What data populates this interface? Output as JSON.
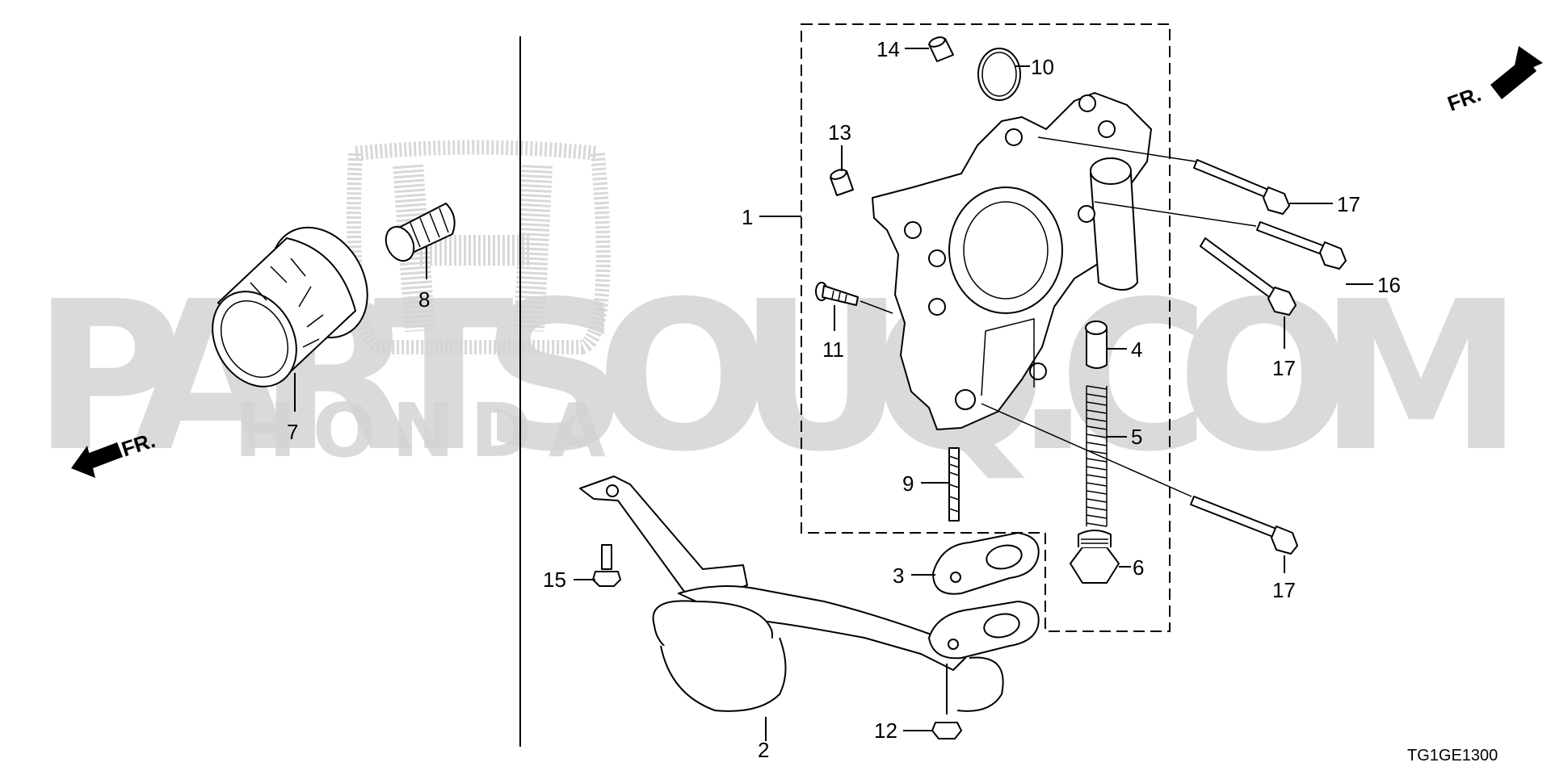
{
  "diagram": {
    "code": "TG1GE1300",
    "watermark": {
      "brand": "HONDA",
      "site": "PARTSOUQ.COM"
    },
    "front_indicator": "FR.",
    "callouts": [
      {
        "id": "1",
        "part": "oil-pump-assembly"
      },
      {
        "id": "2",
        "part": "oil-strainer"
      },
      {
        "id": "3",
        "part": "strainer-gasket"
      },
      {
        "id": "4",
        "part": "relief-valve"
      },
      {
        "id": "5",
        "part": "relief-spring"
      },
      {
        "id": "6",
        "part": "sealing-bolt"
      },
      {
        "id": "7",
        "part": "oil-filter"
      },
      {
        "id": "8",
        "part": "filter-joint"
      },
      {
        "id": "9",
        "part": "stud-bolt"
      },
      {
        "id": "10",
        "part": "o-ring"
      },
      {
        "id": "11",
        "part": "screw"
      },
      {
        "id": "12",
        "part": "flange-nut"
      },
      {
        "id": "13",
        "part": "dowel-pin"
      },
      {
        "id": "14",
        "part": "dowel-pin"
      },
      {
        "id": "15",
        "part": "flange-bolt"
      },
      {
        "id": "16",
        "part": "flange-bolt"
      },
      {
        "id": "17",
        "part": "flange-bolt"
      }
    ],
    "labels": {
      "c1": "1",
      "c2": "2",
      "c3": "3",
      "c4": "4",
      "c5": "5",
      "c6": "6",
      "c7": "7",
      "c8": "8",
      "c9": "9",
      "c10": "10",
      "c11": "11",
      "c12": "12",
      "c13": "13",
      "c14": "14",
      "c15": "15",
      "c16": "16",
      "c17a": "17",
      "c17b": "17",
      "c17c": "17"
    }
  }
}
